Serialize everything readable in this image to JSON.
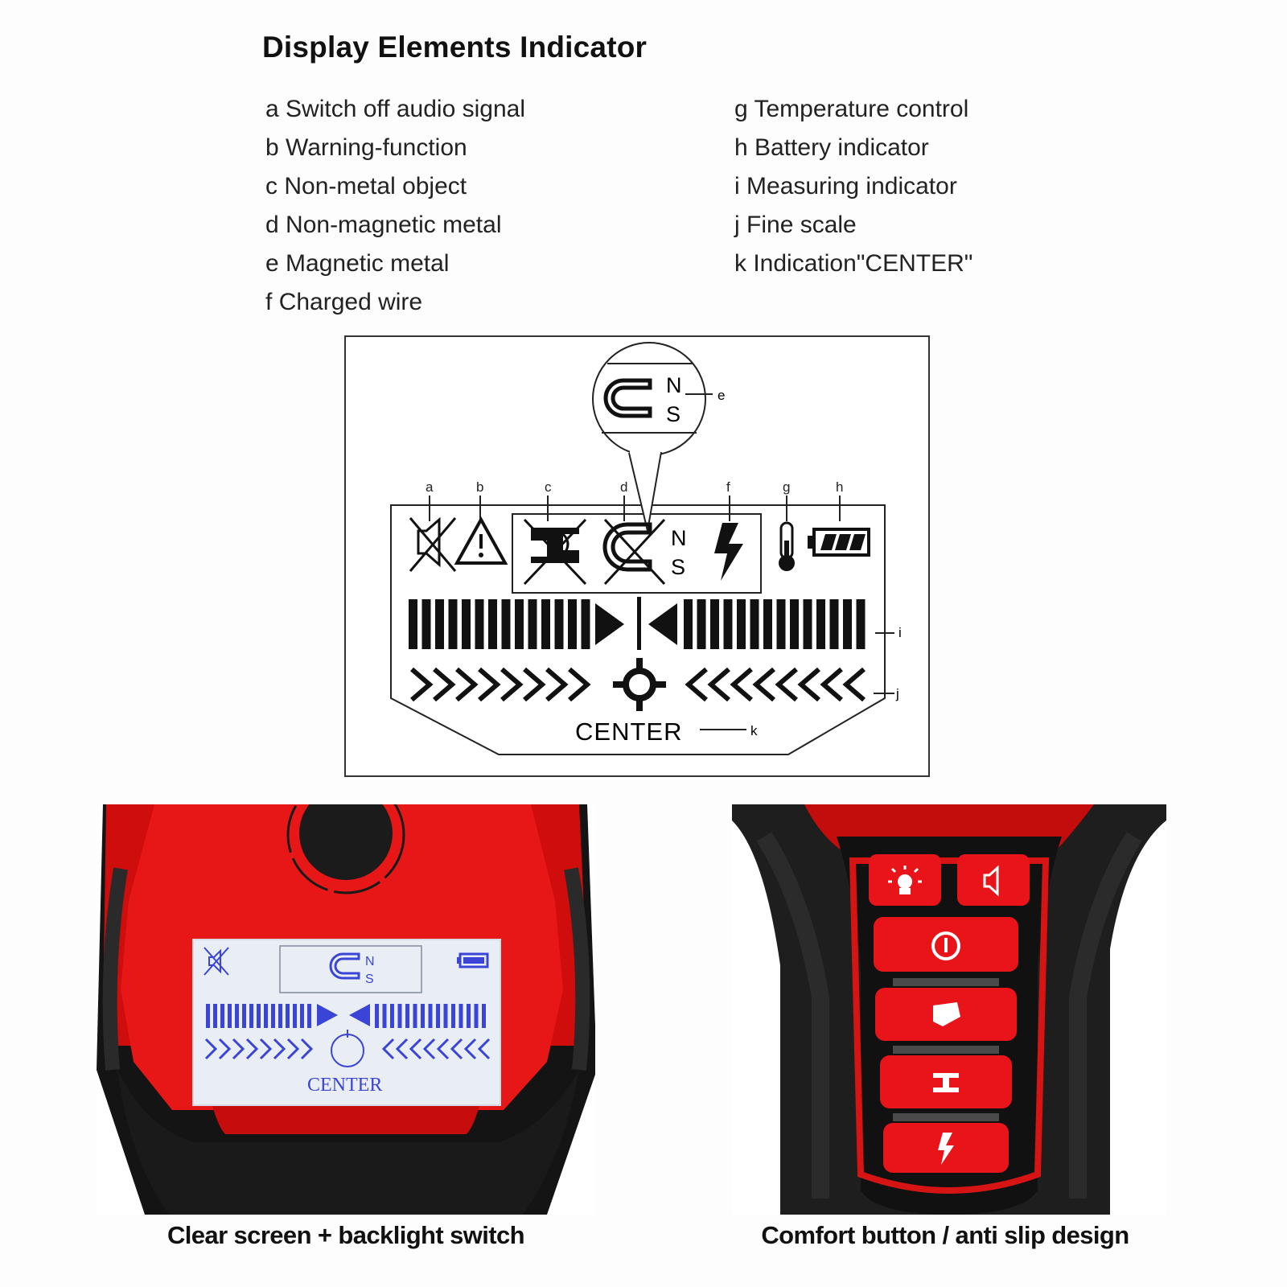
{
  "title": "Display Elements Indicator",
  "legend_left": [
    {
      "key": "a",
      "text": "Switch off audio signal"
    },
    {
      "key": "b",
      "text": "Warning-function"
    },
    {
      "key": "c",
      "text": "Non-metal object"
    },
    {
      "key": "d",
      "text": "Non-magnetic metal"
    },
    {
      "key": "e",
      "text": "Magnetic metal"
    },
    {
      "key": "f",
      "text": " Charged wire"
    }
  ],
  "legend_right": [
    {
      "key": "g",
      "text": "Temperature control"
    },
    {
      "key": "h",
      "text": "Battery indicator"
    },
    {
      "key": "i",
      "text": " Measuring indicator"
    },
    {
      "key": "j",
      "text": " Fine scale"
    },
    {
      "key": "k",
      "text": "Indication\"CENTER\""
    }
  ],
  "diagram": {
    "labels": {
      "a": "a",
      "b": "b",
      "c": "c",
      "d": "d",
      "e": "e",
      "f": "f",
      "g": "g",
      "h": "h",
      "i": "i",
      "j": "j",
      "k": "k"
    },
    "magnet_n": "N",
    "magnet_s": "S",
    "center_text": "CENTER"
  },
  "photo_left": {
    "lcd_center_text": "CENTER",
    "magnet_n": "N",
    "magnet_s": "S"
  },
  "captions": {
    "left": "Clear screen + backlight switch",
    "right": "Comfort button / anti slip design"
  },
  "colors": {
    "device_red": "#e01010",
    "lcd_blue": "#3a45d8",
    "lcd_bg": "#e9eef4"
  }
}
